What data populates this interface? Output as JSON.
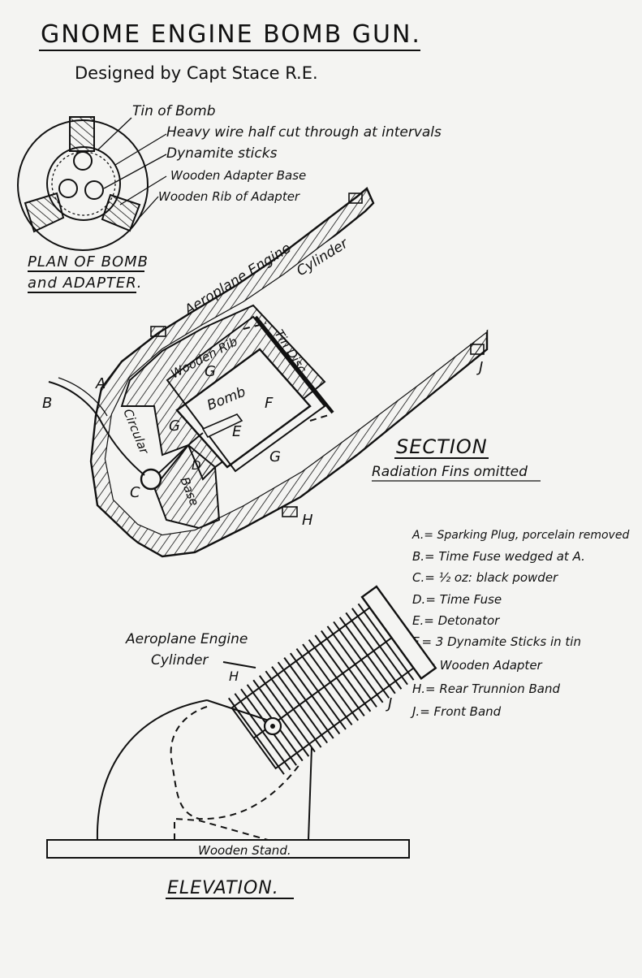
{
  "title": "GNOME ENGINE BOMB GUN.",
  "subtitle": "Designed by Capt Stace R.E.",
  "plan": {
    "heading_line1": "PLAN OF BOMB",
    "heading_line2": "and ADAPTER.",
    "labels": [
      "Tin of Bomb",
      "Heavy wire half cut through at intervals",
      "Dynamite sticks",
      "Wooden Adapter Base",
      "Wooden Rib of Adapter"
    ]
  },
  "section": {
    "heading": "SECTION",
    "note": "Radiation Fins omitted",
    "labels": {
      "cylinder_line1": "Aeroplane Engine",
      "cylinder_line2": "Cylinder",
      "wooden_rib": "Wooden Rib",
      "tin_disc": "Tin Disc",
      "bomb": "Bomb",
      "circular": "Circular",
      "base": "Base"
    },
    "letters": [
      "A",
      "B",
      "C",
      "D",
      "E",
      "F",
      "G",
      "G",
      "G",
      "H",
      "J"
    ]
  },
  "legend": [
    "A.= Sparking Plug, porcelain removed",
    "B.= Time Fuse wedged at A.",
    "C.= ½ oz: black powder",
    "D.= Time Fuse",
    "E.= Detonator",
    "F.= 3 Dynamite Sticks in tin",
    "G.= Wooden Adapter",
    "H.= Rear Trunnion Band",
    "J.= Front Band"
  ],
  "elevation": {
    "heading": "ELEVATION.",
    "cylinder_line1": "Aeroplane Engine",
    "cylinder_line2": "Cylinder",
    "stand_label": "Wooden Stand.",
    "letter_h": "H",
    "letter_j": "J"
  }
}
